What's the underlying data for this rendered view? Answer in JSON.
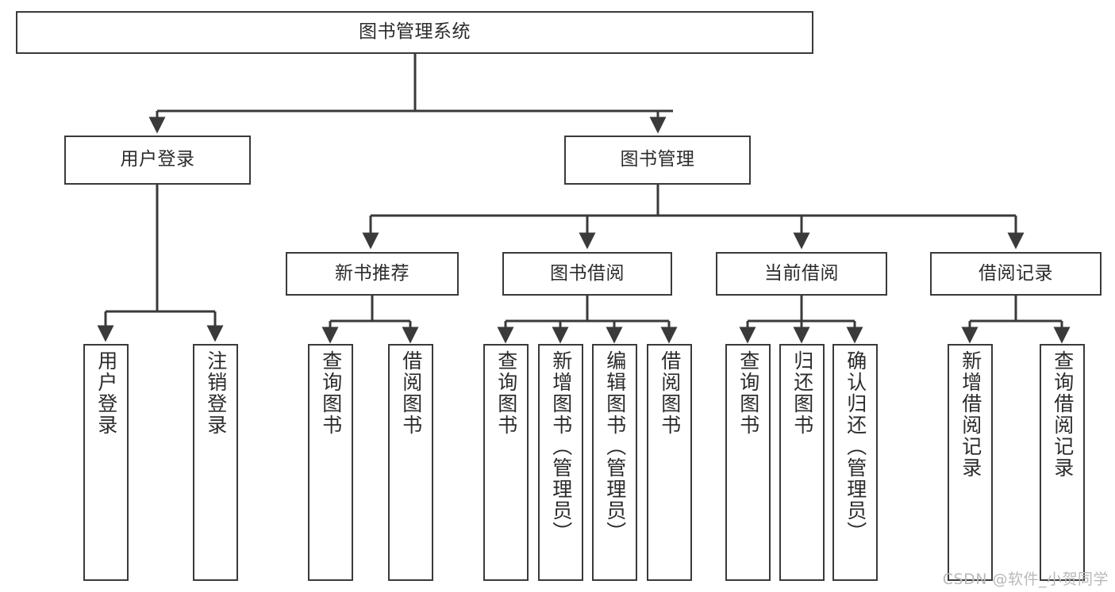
{
  "diagram": {
    "title": "图书管理系统",
    "type": "tree-hierarchy-functional-structure",
    "stroke_color": "#3a3a3a",
    "text_color": "#2b2b2b",
    "background_color": "#ffffff"
  },
  "nodes": {
    "root": {
      "label": "图书管理系统"
    },
    "level1": [
      {
        "label": "用户登录"
      },
      {
        "label": "图书管理"
      }
    ],
    "level2": [
      {
        "label": "新书推荐"
      },
      {
        "label": "图书借阅"
      },
      {
        "label": "当前借阅"
      },
      {
        "label": "借阅记录"
      }
    ],
    "leaves": {
      "user_login": [
        {
          "label": "用户登录"
        },
        {
          "label": "注销登录"
        }
      ],
      "new_book_recommend": [
        {
          "label": "查询图书"
        },
        {
          "label": "借阅图书"
        }
      ],
      "book_borrow": [
        {
          "label": "查询图书"
        },
        {
          "label": "新增图书（管理员）"
        },
        {
          "label": "编辑图书（管理员）"
        },
        {
          "label": "借阅图书"
        }
      ],
      "current_borrow": [
        {
          "label": "查询图书"
        },
        {
          "label": "归还图书"
        },
        {
          "label": "确认归还（管理员）"
        }
      ],
      "borrow_record": [
        {
          "label": "新增借阅记录"
        },
        {
          "label": "查询借阅记录"
        }
      ]
    }
  },
  "watermark": {
    "text": "CSDN @软件_小贺同学"
  }
}
